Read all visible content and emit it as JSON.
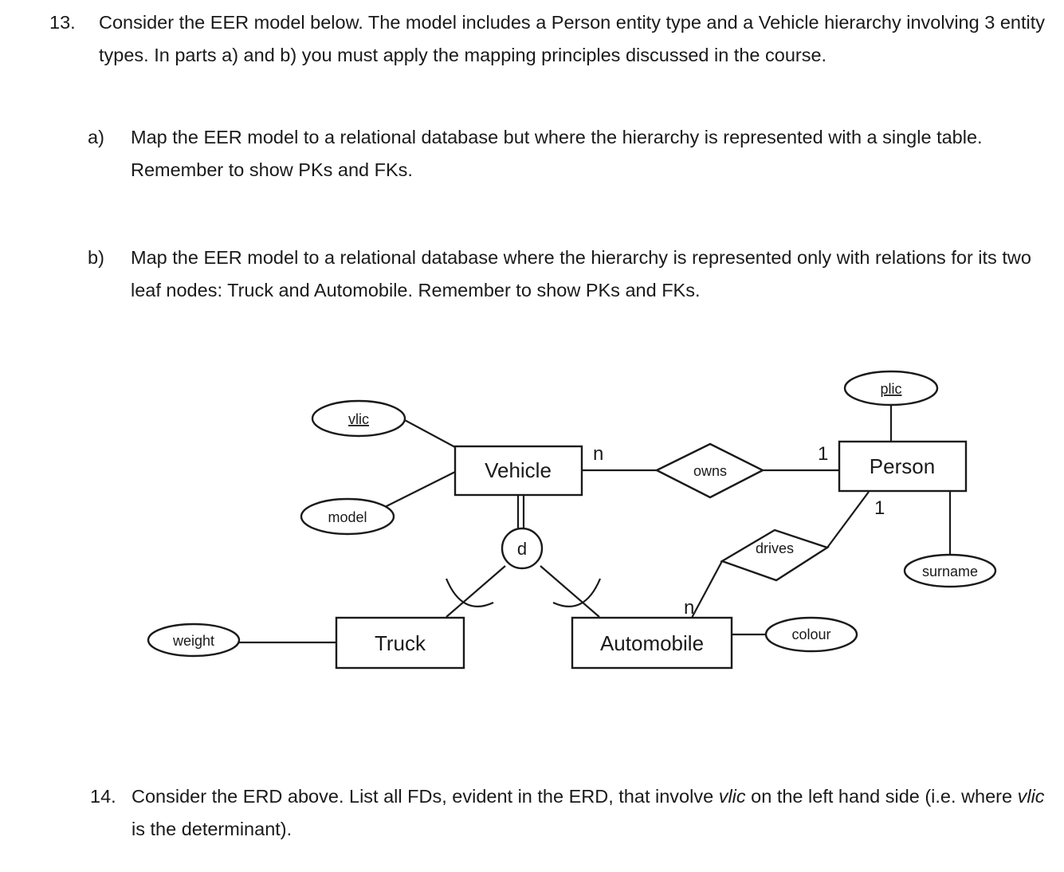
{
  "questions": [
    {
      "number": "13.",
      "text": "Consider the EER model below.  The model includes a Person entity type and a Vehicle hierarchy involving 3 entity types. In parts a) and b) you must apply the mapping principles discussed in the course.",
      "subitems": [
        {
          "label": "a)",
          "text": "Map the EER model to a relational database but where the hierarchy is represented with a single table. Remember to show PKs and FKs."
        },
        {
          "label": "b)",
          "text": "Map the EER model to a relational database where the hierarchy is represented only with relations for its two leaf nodes: Truck and Automobile. Remember to show PKs and FKs."
        }
      ]
    }
  ],
  "question14": {
    "number": "14.",
    "part1": "Consider the ERD above. List all FDs, evident in the ERD, that involve ",
    "emph1": "vlic",
    "part2": " on the left hand side (i.e. where ",
    "emph2": "vlic",
    "part3": " is the determinant)."
  },
  "diagram": {
    "entities": [
      {
        "id": "vehicle",
        "label": "Vehicle"
      },
      {
        "id": "person",
        "label": "Person"
      },
      {
        "id": "truck",
        "label": "Truck"
      },
      {
        "id": "automobile",
        "label": "Automobile"
      }
    ],
    "attributes": [
      {
        "id": "vlic",
        "label": "vlic",
        "key": true,
        "owner": "vehicle"
      },
      {
        "id": "model",
        "label": "model",
        "key": false,
        "owner": "vehicle"
      },
      {
        "id": "plic",
        "label": "plic",
        "key": true,
        "owner": "person"
      },
      {
        "id": "surname",
        "label": "surname",
        "key": false,
        "owner": "person"
      },
      {
        "id": "weight",
        "label": "weight",
        "key": false,
        "owner": "truck"
      },
      {
        "id": "colour",
        "label": "colour",
        "key": false,
        "owner": "automobile"
      }
    ],
    "relationships": [
      {
        "id": "owns",
        "label": "owns",
        "from": "vehicle",
        "to": "person",
        "from_card": "n",
        "to_card": "1"
      },
      {
        "id": "drives",
        "label": "drives",
        "from": "automobile",
        "to": "person",
        "from_card": "n",
        "to_card": "1"
      }
    ],
    "specialization": {
      "symbol": "d",
      "type": "disjoint",
      "parent": "vehicle",
      "children": [
        "truck",
        "automobile"
      ],
      "participation": "total"
    },
    "cardinalities": {
      "vehicle_owns": "n",
      "person_owns": "1",
      "person_drives": "1",
      "automobile_drives": "n"
    },
    "colors": {
      "stroke": "#1a1a1a",
      "fill": "#ffffff"
    }
  }
}
